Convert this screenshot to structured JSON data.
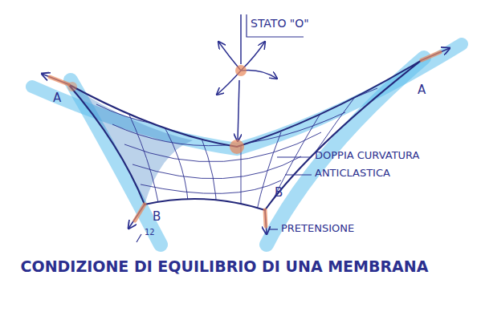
{
  "diagram": {
    "caption": "CONDIZIONE DI EQUILIBRIO DI UNA MEMBRANA",
    "labels": [
      "STATO \"O\"",
      "A",
      "A",
      "DOPPIA CURVATURA",
      "ANTICLASTICA",
      "B",
      "B",
      "PRETENSIONE",
      "12"
    ]
  }
}
